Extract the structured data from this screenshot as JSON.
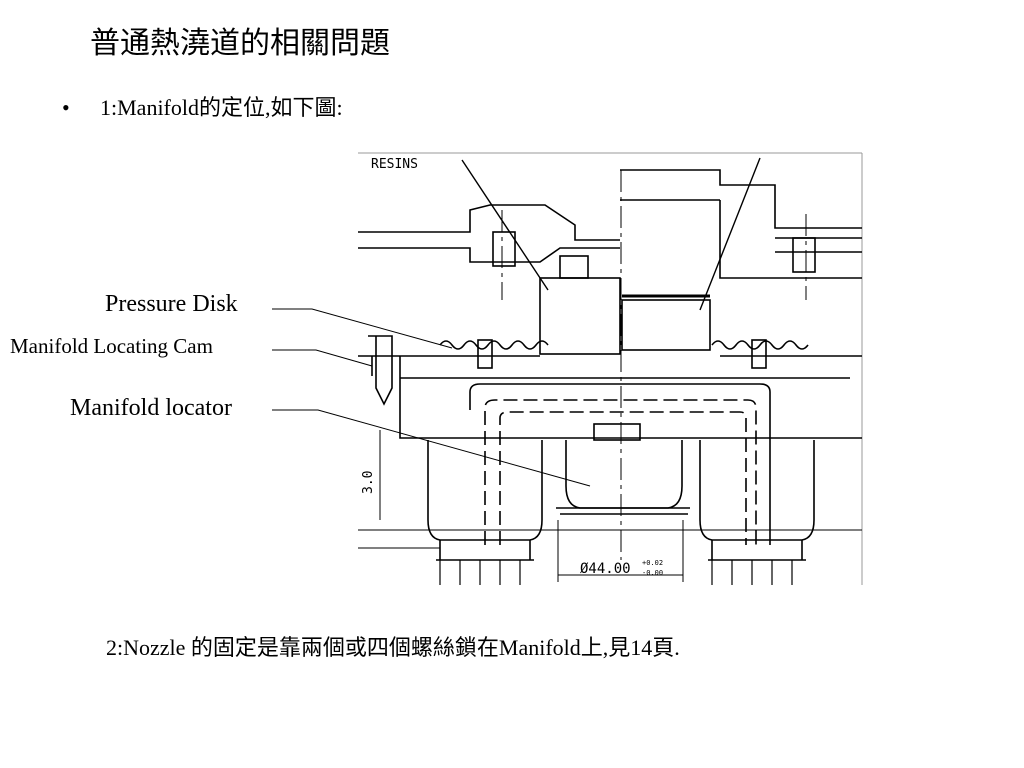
{
  "slide": {
    "title": "普通熱澆道的相關問題",
    "bullet_1": "1:Manifold的定位,如下圖:",
    "bullet_2": "2:Nozzle 的固定是靠兩個或四個螺絲鎖在Manifold上,見14頁."
  },
  "drawing": {
    "resin_label": "RESINS",
    "dim_height": "3.0",
    "dim_diameter": "Ø44.00",
    "tol_upper": "+0.02",
    "tol_lower": "-0.00"
  },
  "callouts": {
    "pressure_disk": "Pressure Disk",
    "manifold_locating_cam": "Manifold Locating Cam",
    "manifold_locator": "Manifold locator"
  }
}
